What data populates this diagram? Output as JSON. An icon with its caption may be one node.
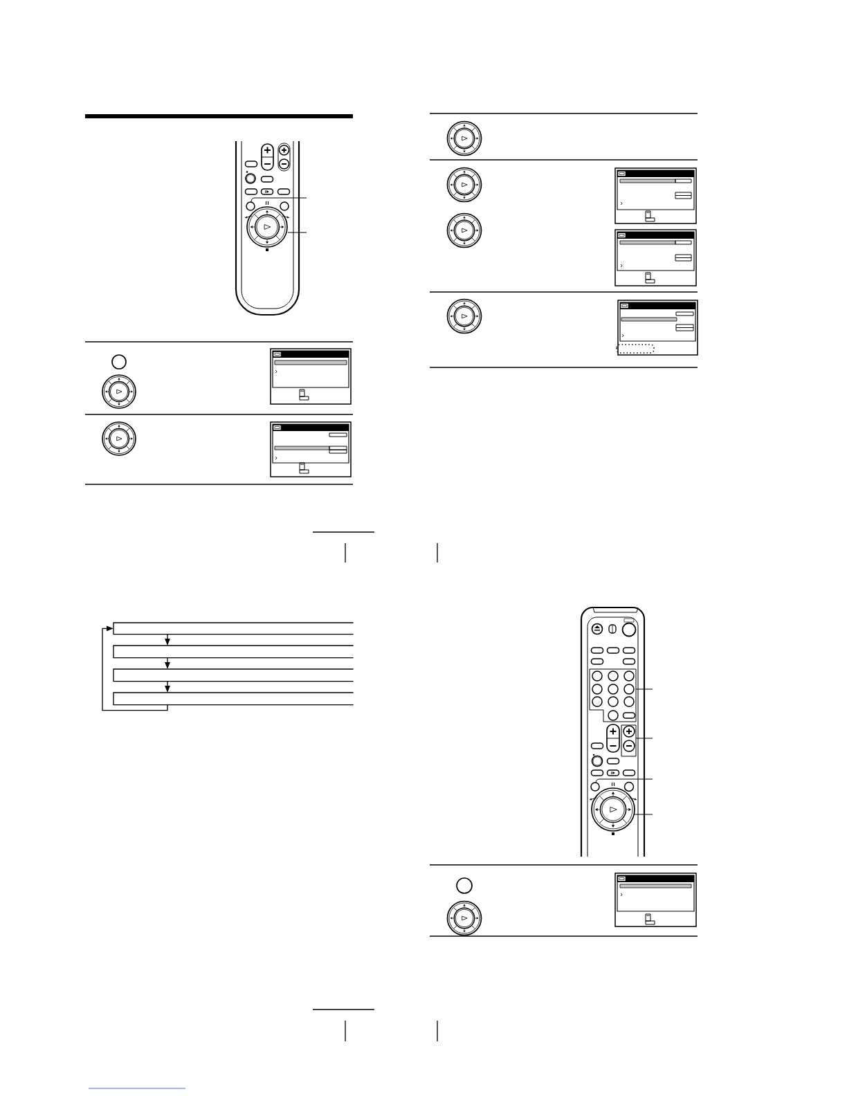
{
  "diagram": {
    "nodes": [
      {
        "text": [],
        "shape": "box"
      },
      {
        "text": [],
        "shape": "box"
      },
      {
        "text": [],
        "shape": "box"
      },
      {
        "text": [],
        "shape": "box"
      }
    ],
    "edges": [
      {
        "from": 0,
        "to": 1,
        "arrow": "to"
      },
      {
        "from": 1,
        "to": 2,
        "arrow": "to"
      },
      {
        "from": 2,
        "to": 3,
        "arrow": "to"
      },
      {
        "from": 3,
        "to": 0,
        "arrow": "to"
      }
    ]
  }
}
